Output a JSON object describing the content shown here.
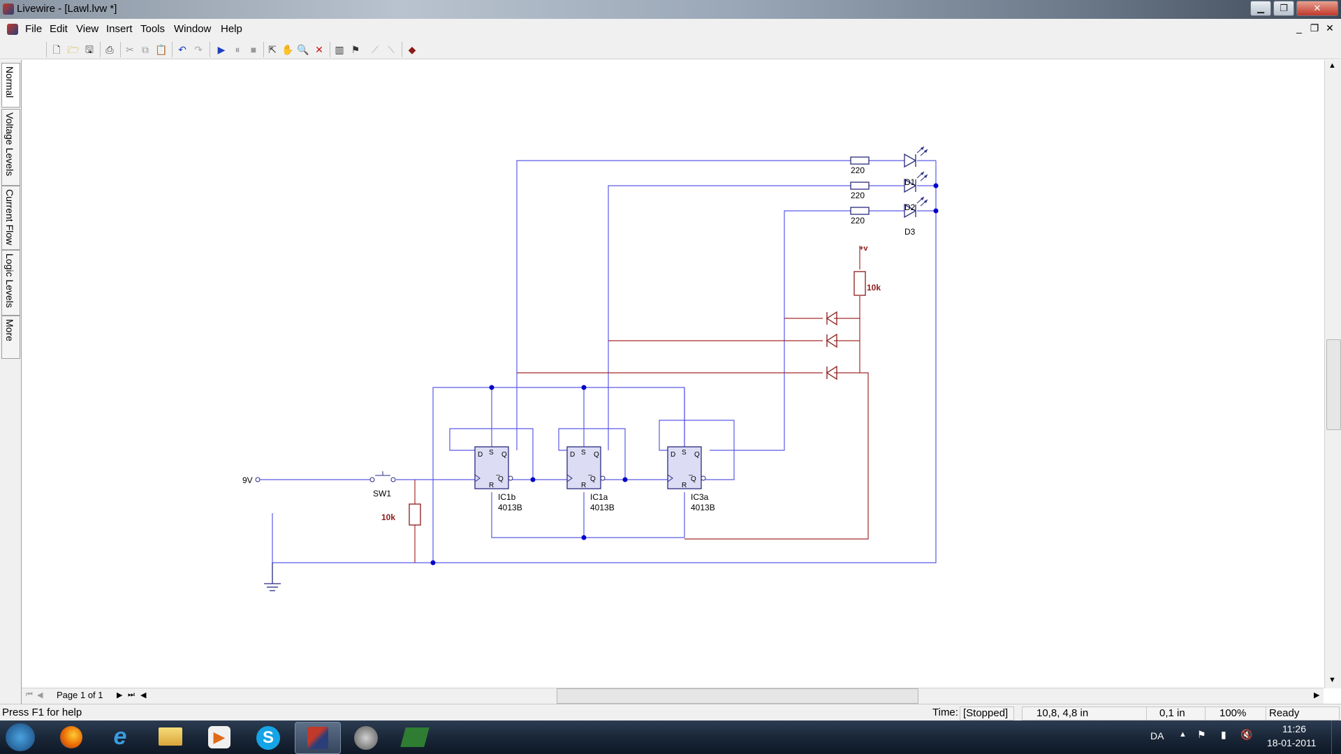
{
  "window": {
    "title": "Livewire - [Lawl.lvw *]"
  },
  "menu": [
    "File",
    "Edit",
    "View",
    "Insert",
    "Tools",
    "Window",
    "Help"
  ],
  "toolbar_icons": [
    "new-icon",
    "open-icon",
    "save-icon",
    "print-icon",
    "cut-icon",
    "copy-icon",
    "paste-icon",
    "undo-icon",
    "redo-icon",
    "run-icon",
    "pause-icon",
    "stop-icon",
    "select-icon",
    "hand-icon",
    "zoom-icon",
    "delete-icon",
    "graph-icon",
    "probe-icon",
    "analyze-icon",
    "analyze2-icon",
    "component-icon"
  ],
  "side_tabs": [
    "Normal",
    "Voltage Levels",
    "Current Flow",
    "Logic Levels",
    "More"
  ],
  "schematic": {
    "supply_label": "9V",
    "switch_label": "SW1",
    "pulldown_resistor": "10k",
    "pullup_resistor": "10k",
    "vplus": "+v",
    "led_resistors": [
      "220",
      "220",
      "220"
    ],
    "led_labels": [
      "D1",
      "D2",
      "D3"
    ],
    "ic_names": [
      "IC1b",
      "IC1a",
      "IC3a"
    ],
    "ic_type": "4013B",
    "pin_d": "D",
    "pin_s": "S",
    "pin_q": "Q",
    "pin_r": "R",
    "pin_qbar": "̅Q"
  },
  "paging": {
    "label": "Page 1 of 1"
  },
  "status": {
    "help": "Press F1 for help",
    "time_label": "Time:",
    "time_value": "[Stopped]",
    "coords": "10,8, 4,8 in",
    "grid": "0,1 in",
    "zoom": "100%",
    "state": "Ready"
  },
  "taskbar": {
    "apps": [
      "start-orb",
      "firefox",
      "internet-explorer",
      "explorer",
      "media-player",
      "skype",
      "livewire",
      "steam",
      "pcb-wizard"
    ],
    "language": "DA",
    "clock_time": "11:26",
    "clock_date": "18-01-2011"
  },
  "colors": {
    "wire_blue": "#5a5ae6",
    "wire_red": "#a52a2a",
    "node": "#0000cc",
    "ic_fill": "#dcdcf5"
  }
}
